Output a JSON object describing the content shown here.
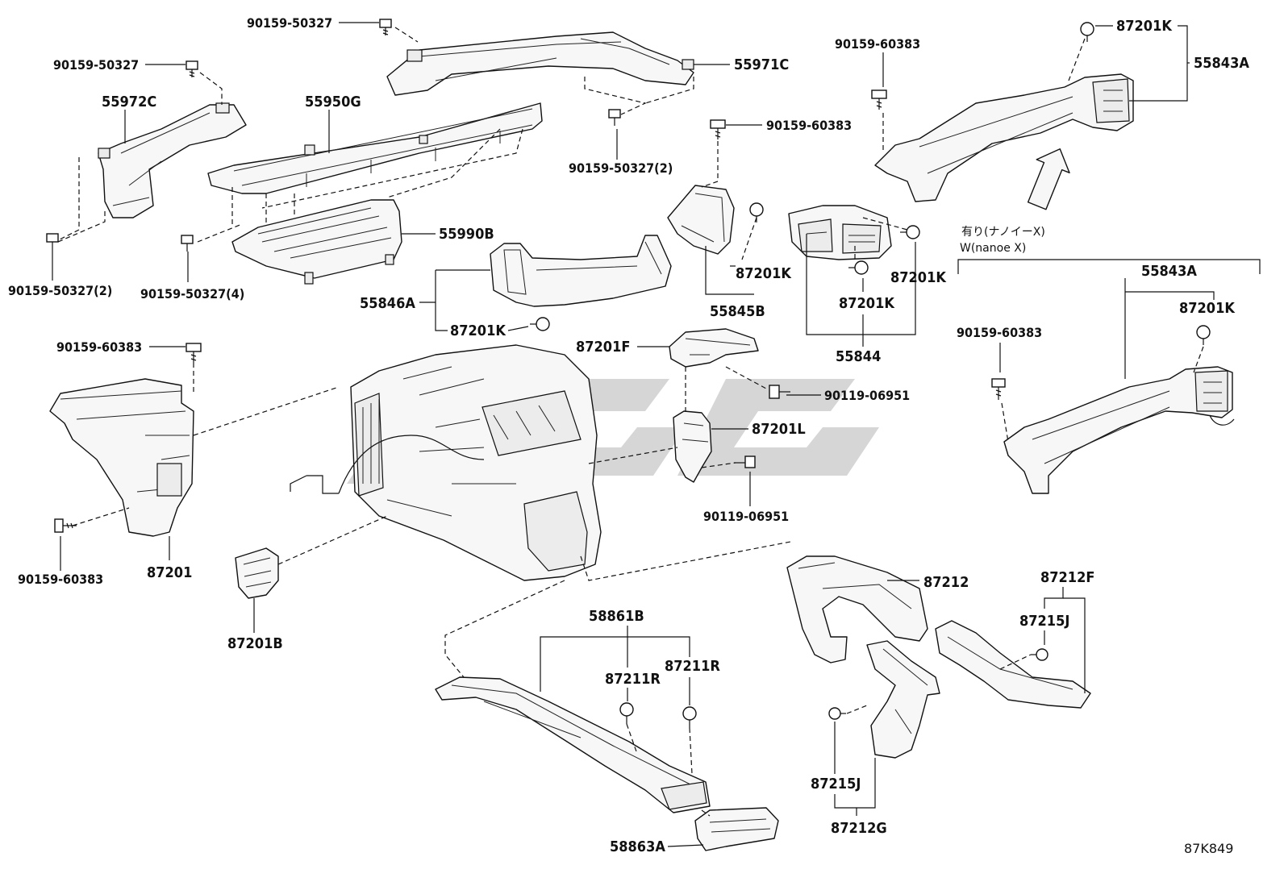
{
  "diagram_code": "87K849",
  "variant_note": {
    "line1": "有り(ナノイーX)",
    "line2": "W(nanoe X)"
  },
  "labels": {
    "l_90159_50327_top": "90159-50327",
    "l_90159_50327_left": "90159-50327",
    "l_55971C": "55971C",
    "l_55972C": "55972C",
    "l_55950G": "55950G",
    "l_90159_50327_2_mid": "90159-50327(2)",
    "l_90159_50327_2_left": "90159-50327(2)",
    "l_90159_50327_4": "90159-50327(4)",
    "l_55990B": "55990B",
    "l_90159_60383_top": "90159-60383",
    "l_87201K_a": "87201K",
    "l_55845B": "55845B",
    "l_55846A": "55846A",
    "l_87201K_b": "87201K",
    "l_90159_60383_tr": "90159-60383",
    "l_87201K_tr": "87201K",
    "l_55843A_top": "55843A",
    "l_87201K_c": "87201K",
    "l_87201K_d": "87201K",
    "l_55844": "55844",
    "l_55843A_right": "55843A",
    "l_87201K_right": "87201K",
    "l_90159_60383_right": "90159-60383",
    "l_90159_60383_left": "90159-60383",
    "l_87201F": "87201F",
    "l_90119_06951_a": "90119-06951",
    "l_87201L": "87201L",
    "l_90119_06951_b": "90119-06951",
    "l_90159_60383_bl": "90159-60383",
    "l_87201": "87201",
    "l_87201B": "87201B",
    "l_58861B": "58861B",
    "l_87211R_a": "87211R",
    "l_87211R_b": "87211R",
    "l_87212": "87212",
    "l_87212F": "87212F",
    "l_87215J_a": "87215J",
    "l_87215J_b": "87215J",
    "l_87212G": "87212G",
    "l_58863A": "58863A"
  }
}
